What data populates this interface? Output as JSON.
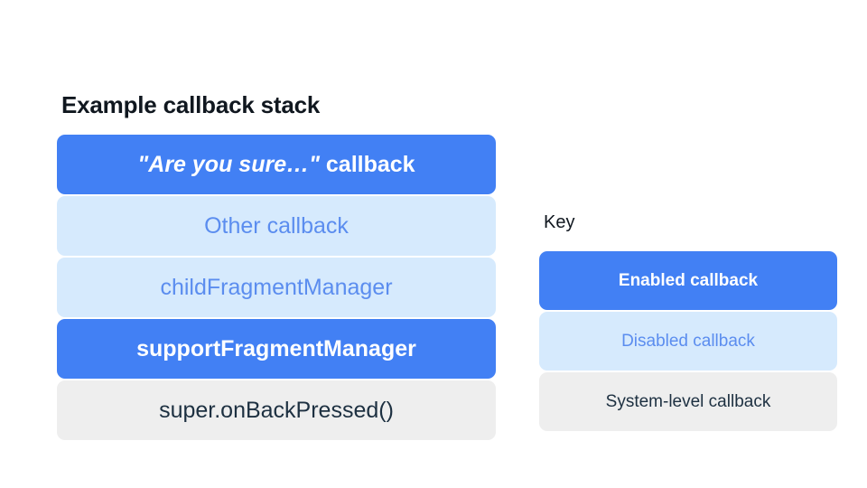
{
  "stack": {
    "title": "Example callback stack",
    "bars": [
      {
        "label": "\"Are you sure…\" callback",
        "quoted_part": "\"Are you sure…\"",
        "plain_part": " callback",
        "state": "enabled"
      },
      {
        "label": "Other callback",
        "state": "disabled"
      },
      {
        "label": "childFragmentManager",
        "state": "disabled"
      },
      {
        "label": "supportFragmentManager",
        "state": "enabled"
      },
      {
        "label": "super.onBackPressed()",
        "state": "system"
      }
    ]
  },
  "key": {
    "title": "Key",
    "items": [
      {
        "label": "Enabled callback",
        "state": "enabled"
      },
      {
        "label": "Disabled callback",
        "state": "disabled"
      },
      {
        "label": "System-level callback",
        "state": "system"
      }
    ]
  },
  "colors": {
    "enabled_bg": "#4280f4",
    "enabled_text": "#ffffff",
    "disabled_bg": "#d6eafd",
    "disabled_text": "#5b8def",
    "system_bg": "#eeeeee",
    "system_text": "#1d3041",
    "title_text": "#10171f",
    "page_bg": "#ffffff"
  }
}
